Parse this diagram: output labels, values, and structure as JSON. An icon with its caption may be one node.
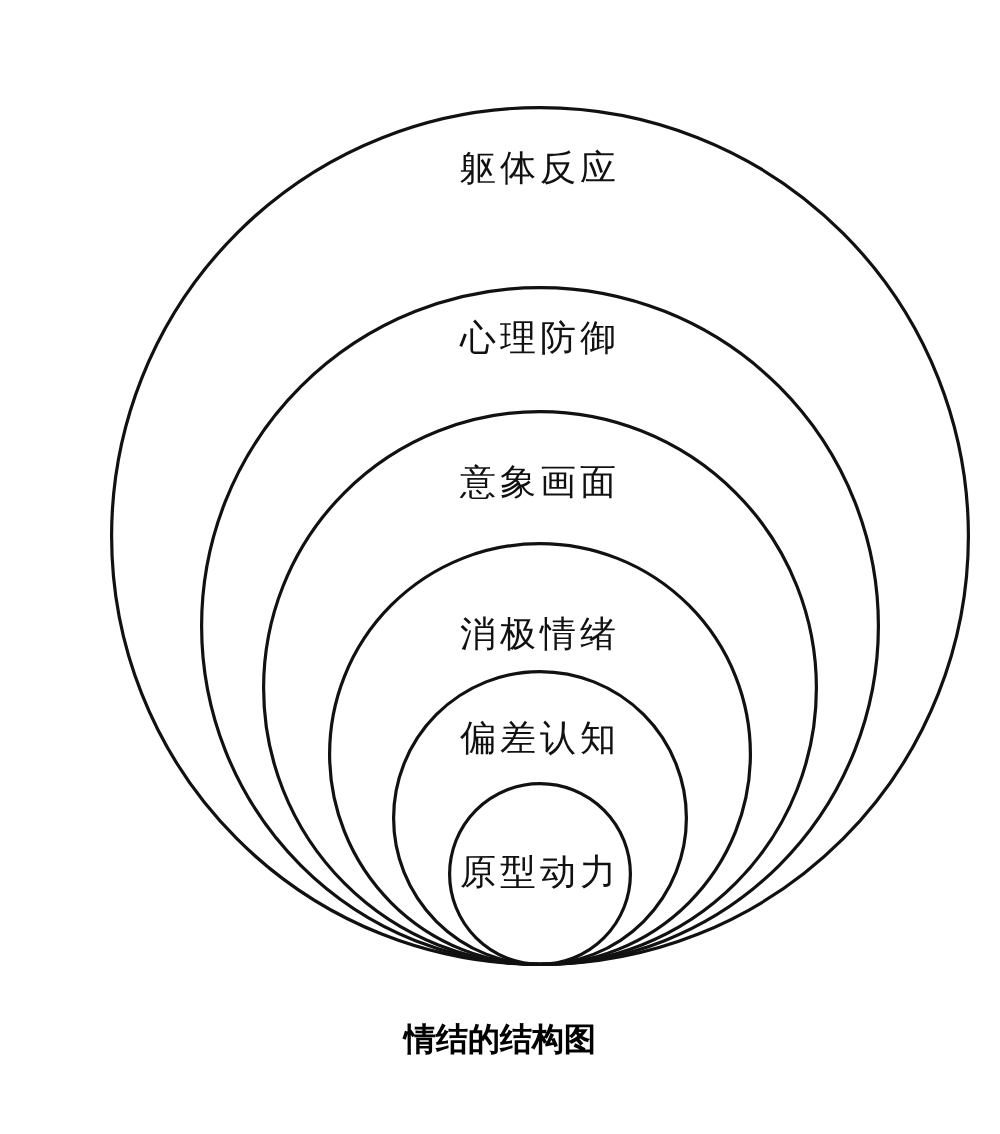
{
  "diagram": {
    "caption": "情结的结构图",
    "nodes": [
      {
        "text": [
          "躯体反应"
        ]
      },
      {
        "text": [
          "心理防御"
        ],
        "in": 0
      },
      {
        "text": [
          "意象画面"
        ],
        "in": 1
      },
      {
        "text": [
          "消极情绪"
        ],
        "in": 2
      },
      {
        "text": [
          "偏差认知"
        ],
        "in": 3
      },
      {
        "text": [
          "原型动力"
        ],
        "in": 4
      }
    ]
  }
}
